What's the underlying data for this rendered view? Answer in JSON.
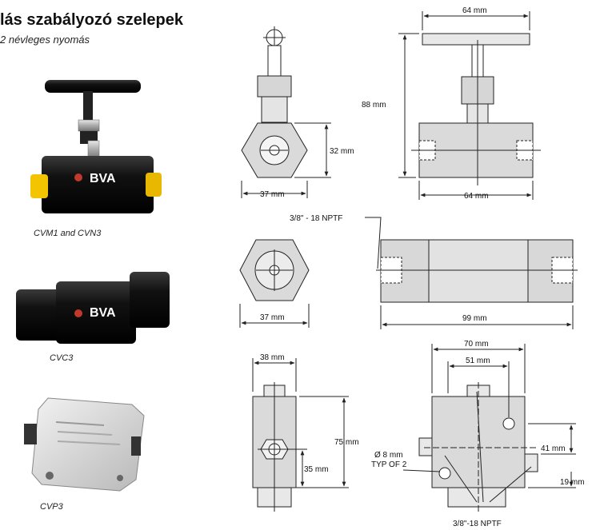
{
  "header": {
    "title": "lás szabályozó szelepek",
    "subtitle": "2 névleges nyomás"
  },
  "products": [
    {
      "caption": "CVM1 and CVN3",
      "brand": "BVA"
    },
    {
      "caption": "CVC3",
      "brand": "BVA"
    },
    {
      "caption": "CVP3",
      "brand": ""
    }
  ],
  "drawings": {
    "cvm_front": {
      "width": "37 mm",
      "height": "32 mm"
    },
    "cvm_side": {
      "top_width": "64 mm",
      "height": "88 mm",
      "body_width": "64 mm"
    },
    "cvc_front": {
      "width": "37 mm"
    },
    "cvc_side": {
      "thread": "3/8\" - 18 NPTF",
      "length": "99 mm"
    },
    "cvp_front": {
      "width": "38 mm",
      "height": "75 mm",
      "port_height": "35 mm"
    },
    "cvp_side": {
      "dim_70": "70 mm",
      "dim_51": "51 mm",
      "dim_41": "41 mm",
      "dim_19": "19 mm",
      "hole_dia": "Ø 8 mm",
      "hole_note": "TYP OF 2",
      "thread": "3/8\"-18 NPTF"
    }
  },
  "colors": {
    "line": "#222222",
    "body_fill": "#dcdcdc",
    "ink": "#111111"
  }
}
